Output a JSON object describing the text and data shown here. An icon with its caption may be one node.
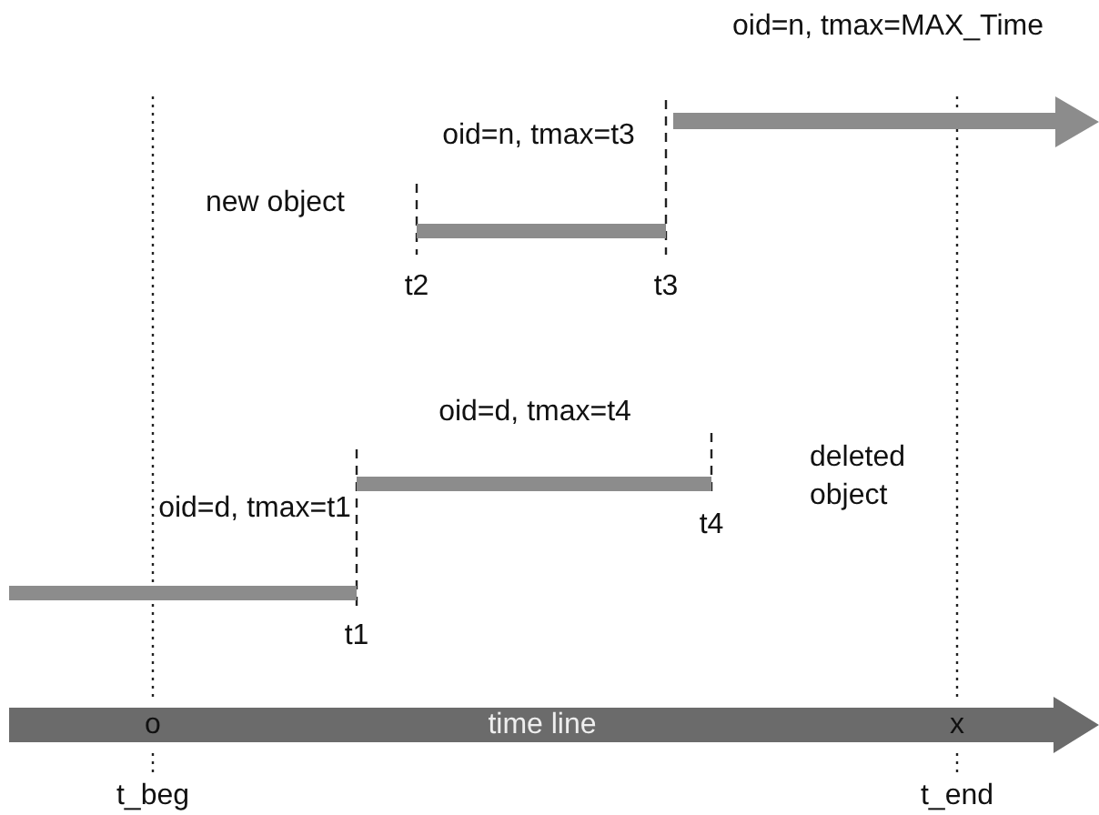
{
  "diagram": {
    "nodes": [
      {
        "text": [
          "o",
          "time line",
          "x"
        ]
      }
    ],
    "labels": [
      "oid=n, tmax=MAX_Time",
      "oid=n, tmax=t3",
      "new object",
      "t2",
      "t3",
      "oid=d, tmax=t4",
      "deleted object",
      "oid=d, tmax=t1",
      "t4",
      "t1",
      "t_beg",
      "t_end"
    ]
  }
}
